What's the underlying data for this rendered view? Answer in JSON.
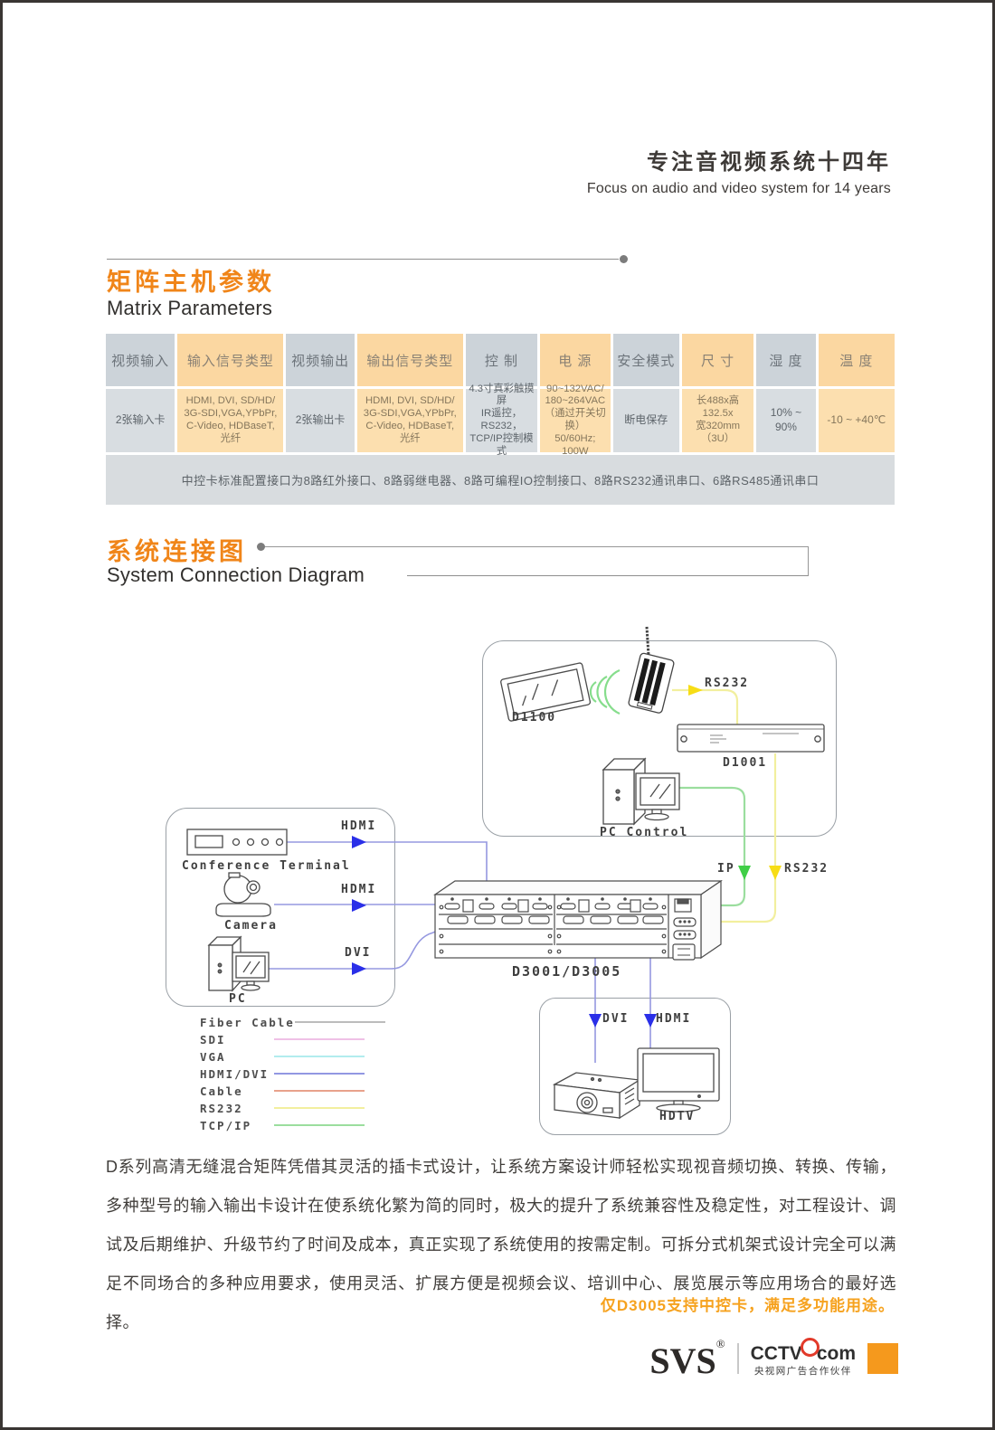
{
  "header": {
    "title_zh": "专注音视频系统十四年",
    "title_en": "Focus on audio and video system for 14 years"
  },
  "section_matrix": {
    "title_zh": "矩阵主机参数",
    "title_en": "Matrix Parameters"
  },
  "section_diagram": {
    "title_zh": "系统连接图",
    "title_en": "System Connection Diagram"
  },
  "table": {
    "headers": [
      "视频输入",
      "输入信号类型",
      "视频输出",
      "输出信号类型",
      "控 制",
      "电 源",
      "安全模式",
      "尺 寸",
      "湿 度",
      "温 度"
    ],
    "row": [
      "2张输入卡",
      "HDMI, DVI, SD/HD/\n3G-SDI,VGA,YPbPr,\nC-Video, HDBaseT, 光纤",
      "2张输出卡",
      "HDMI, DVI, SD/HD/\n3G-SDI,VGA,YPbPr,\nC-Video, HDBaseT, 光纤",
      "4.3寸真彩触摸屏\nIR遥控，RS232，\nTCP/IP控制模式",
      "90~132VAC/\n180~264VAC\n（通过开关切换）\n50/60Hz;\n100W",
      "断电保存",
      "长488x高132.5x\n宽320mm（3U）",
      "10% ~ 90%",
      "-10 ~ +40℃"
    ],
    "note": "中控卡标准配置接口为8路红外接口、8路弱继电器、8路可编程IO控制接口、8路RS232通讯串口、6路RS485通讯串口"
  },
  "diagram": {
    "labels": {
      "tablet": "D1100",
      "rs232_wireless": "RS232",
      "controller": "D1001",
      "pc_control": "PC Control",
      "conference_terminal": "Conference Terminal",
      "hdmi_conference": "HDMI",
      "camera": "Camera",
      "hdmi_camera": "HDMI",
      "pc": "PC",
      "dvi_pc": "DVI",
      "ip": "IP",
      "rs232_matrix": "RS232",
      "matrix": "D3001/D3005",
      "dvi_out": "DVI",
      "hdmi_out": "HDMI",
      "hdtv": "HDTV"
    },
    "legend": [
      {
        "label": "Fiber Cable",
        "color": "#bcbcbc"
      },
      {
        "label": "SDI",
        "color": "#efc0e6"
      },
      {
        "label": "VGA",
        "color": "#b2ecee"
      },
      {
        "label": "HDMI/DVI",
        "color": "#9297e2"
      },
      {
        "label": "Cable",
        "color": "#e8a28c"
      },
      {
        "label": "RS232",
        "color": "#f2ef9e"
      },
      {
        "label": "TCP/IP",
        "color": "#9bde9e"
      }
    ]
  },
  "description": {
    "text": "D系列高清无缝混合矩阵凭借其灵活的插卡式设计，让系统方案设计师轻松实现视音频切换、转换、传输，多种型号的输入输出卡设计在使系统化繁为简的同时，极大的提升了系统兼容性及稳定性，对工程设计、调试及后期维护、升级节约了时间及成本，真正实现了系统使用的按需定制。可拆分式机架式设计完全可以满足不同场合的多种应用要求，使用灵活、扩展方便是视频会议、培训中心、展览展示等应用场合的最好选择。",
    "highlight": "仅D3005支持中控卡，满足多功能用途。"
  },
  "footer": {
    "brand": "SVS",
    "brand_reg": "®",
    "cctv_main": "CCTV",
    "cctv_com": "com",
    "cctv_sub": "央视网广告合作伙伴"
  },
  "colors": {
    "accent_orange": "#f08519",
    "highlight_orange": "#f6a21e",
    "table_header_gray": "#ccd3d9",
    "table_header_orange": "#fbd7a1",
    "table_cell_gray": "#d8dde1",
    "table_cell_orange": "#fcdfaf",
    "note_bar_gray": "#d8dcdf",
    "line_hdmi_dvi": "#9598e0",
    "arrow_blue": "#2a2fe8",
    "line_rs232": "#f2ef9e",
    "arrow_yellow": "#f7dd16",
    "line_tcpip": "#9bde9e",
    "arrow_green": "#3fce46",
    "logo_square_orange": "#f5991d",
    "cctv_red": "#e23a2a"
  }
}
